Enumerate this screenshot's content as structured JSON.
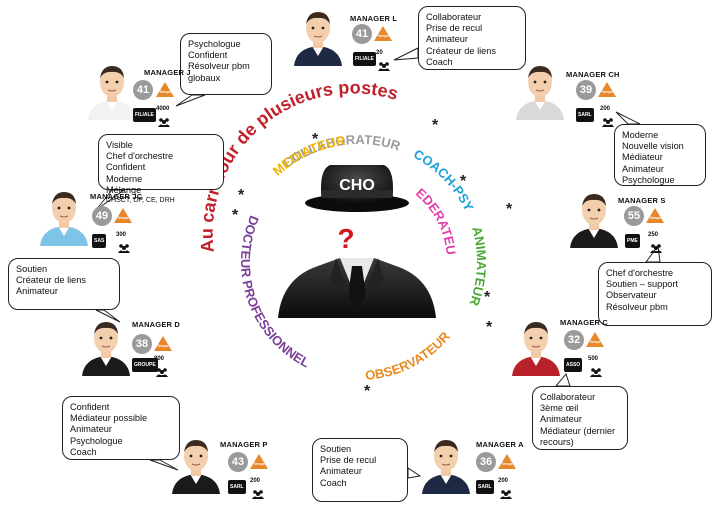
{
  "center": {
    "hat_label": "CHO",
    "question": "?",
    "arc_title": "Au carrefour de plusieurs postes",
    "ring_words": [
      {
        "text": "COLLABORATEUR",
        "color": "#9b9b9b"
      },
      {
        "text": "COACH-PSY",
        "color": "#1aa1d6"
      },
      {
        "text": "ANIMATEUR",
        "color": "#4aa832"
      },
      {
        "text": "FEDERATEUR",
        "color": "#e040a8"
      },
      {
        "text": "OBSERVATEUR",
        "color": "#e88a1e"
      },
      {
        "text": "DOCTEUR PROFESSIONNEL",
        "color": "#7a3f99"
      },
      {
        "text": "MEDIATEUR",
        "color": "#f0b400"
      }
    ],
    "separator": "*",
    "title_color": "#c0202a"
  },
  "managers": [
    {
      "key": "l",
      "label": "MANAGER L",
      "age": "41",
      "badge": "Temps",
      "company": "FILIALE",
      "employees": "20",
      "shirt": "#1e2a44",
      "bubble": [
        "Collaborateur",
        "Prise de recul",
        "Animateur",
        "Créateur de liens",
        "Coach"
      ]
    },
    {
      "key": "j",
      "label": "MANAGER J",
      "age": "41",
      "badge": "Temps",
      "company": "FILIALE",
      "employees": "4000",
      "shirt": "#f2f2f2",
      "bubble": [
        "Psychologue",
        "Confident",
        "Résolveur pbm",
        "globaux"
      ]
    },
    {
      "key": "ch",
      "label": "MANAGER CH",
      "age": "39",
      "badge": "Temps",
      "company": "SARL",
      "employees": "200",
      "shirt": "#d9d9d9",
      "bubble": [
        "Moderne",
        "Nouvelle vision",
        "Médiateur",
        "Animateur",
        "Psychologue"
      ]
    },
    {
      "key": "jc",
      "label": "MANAGER JC",
      "age": "49",
      "badge": "Temps",
      "company": "SAS",
      "employees": "300",
      "shirt": "#7ec3e8",
      "bubble": [
        "Visible",
        "Chef d'orchestre",
        "Confident",
        "Moderne",
        "Mélange"
      ],
      "bubble_small": "CHSCT, DP, CE, DRH"
    },
    {
      "key": "s",
      "label": "MANAGER S",
      "age": "55",
      "badge": "Temps",
      "company": "PME",
      "employees": "250",
      "shirt": "#1b1b1b",
      "bubble": [
        "Chef d'orchestre",
        "Soutien – support",
        "Observateur",
        "Résolveur pbm"
      ]
    },
    {
      "key": "d",
      "label": "MANAGER D",
      "age": "38",
      "badge": "Temps",
      "company": "GROUPE",
      "employees": "800",
      "shirt": "#1b1b1b",
      "bubble": [
        "Soutien",
        "Créateur de liens",
        "Animateur"
      ]
    },
    {
      "key": "c",
      "label": "MANAGER C",
      "age": "32",
      "badge": "Temps",
      "company": "ASSO",
      "employees": "500",
      "shirt": "#b8202a",
      "bubble": [
        "Collaborateur",
        "3ème œil",
        "Animateur",
        "Médiateur (dernier",
        "recours)"
      ]
    },
    {
      "key": "p",
      "label": "MANAGER P",
      "age": "43",
      "badge": "Temps",
      "company": "SARL",
      "employees": "200",
      "shirt": "#1b1b1b",
      "bubble": [
        "Confident",
        "Médiateur possible",
        "Animateur",
        "Psychologue",
        "Coach"
      ]
    },
    {
      "key": "a",
      "label": "MANAGER A",
      "age": "36",
      "badge": "Temps",
      "company": "SARL",
      "employees": "200",
      "shirt": "#1e2a44",
      "bubble": [
        "Soutien",
        "Prise de recul",
        "Animateur",
        "Coach"
      ]
    }
  ]
}
